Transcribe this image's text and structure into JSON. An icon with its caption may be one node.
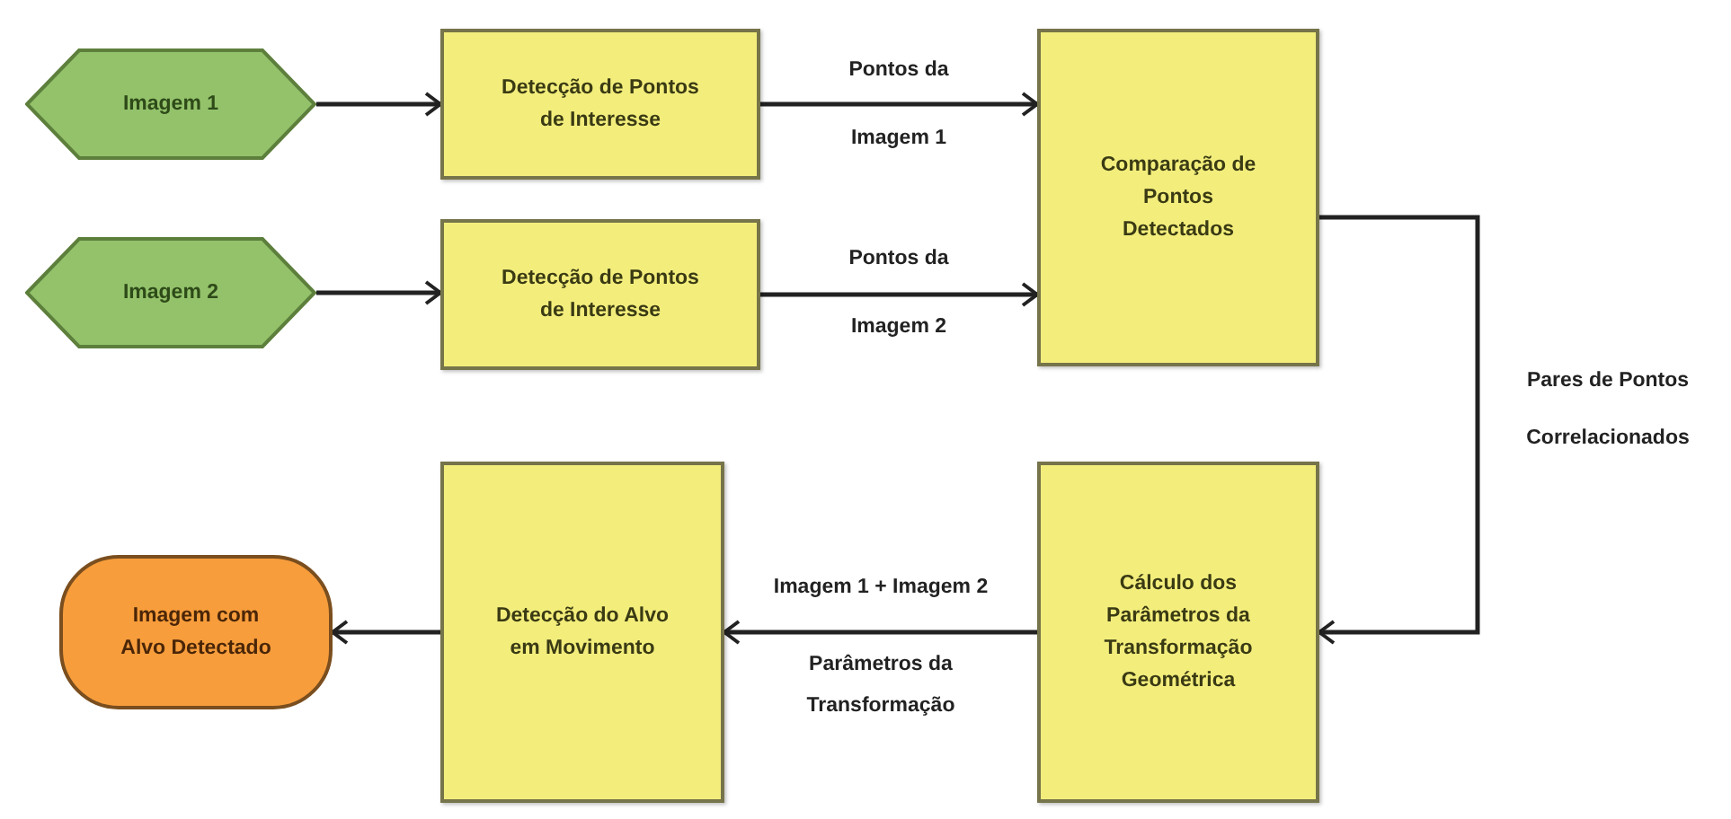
{
  "diagram": {
    "nodes": [
      {
        "text": [
          "Imagem 1"
        ]
      },
      {
        "text": [
          "Detecção de Pontos de Interesse"
        ]
      },
      {
        "text": [
          "Comparação de Pontos Detectados"
        ]
      },
      {
        "text": [
          "Imagem 2"
        ]
      },
      {
        "text": [
          "Detecção de Pontos de Interesse"
        ]
      },
      {
        "text": [
          "Imagem com Alvo Detectado"
        ]
      },
      {
        "text": [
          "Detecção do Alvo em Movimento"
        ]
      },
      {
        "text": [
          "Cálculo dos Parâmetros da Transformação Geométrica"
        ]
      }
    ],
    "edges": [
      {
        "from": 0,
        "to": 1,
        "arrow": "to"
      },
      {
        "from": 3,
        "to": 4,
        "arrow": "to"
      },
      {
        "from": 1,
        "to": 2,
        "arrow": "to",
        "label": "Pontos da Imagem 1"
      },
      {
        "from": 4,
        "to": 2,
        "arrow": "to",
        "label": "Pontos da Imagem 2"
      },
      {
        "from": 2,
        "to": 7,
        "arrow": "to",
        "label": "Pares de Pontos Correlacionados"
      },
      {
        "from": 7,
        "to": 6,
        "arrow": "to",
        "label": "Imagem 1 + Imagem 2"
      },
      {
        "from": 6,
        "to": 5,
        "arrow": "to"
      }
    ],
    "labels": [
      "Parâmetros da Transformação"
    ]
  }
}
